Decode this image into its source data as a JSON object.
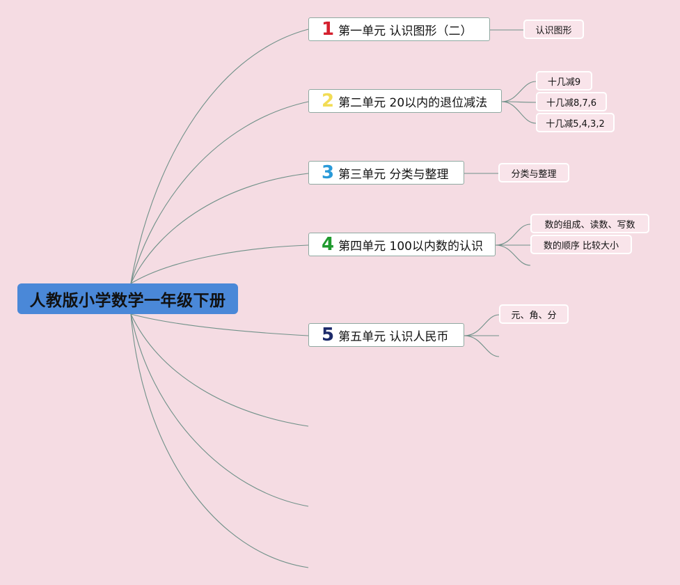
{
  "root": {
    "label": "人教版小学数学一年级下册"
  },
  "units": [
    {
      "num": "1",
      "num_color": "#d4202e",
      "label": "第一单元 认识图形（二）",
      "children": [
        "认识图形"
      ]
    },
    {
      "num": "2",
      "num_color": "#f2dc55",
      "label": "第二单元 20以内的退位减法",
      "children": [
        "十几减9",
        "十几减8,7,6",
        "十几减5,4,3,2"
      ]
    },
    {
      "num": "3",
      "num_color": "#2a9ad8",
      "label": "第三单元 分类与整理",
      "children": [
        "分类与整理"
      ]
    },
    {
      "num": "4",
      "num_color": "#1f9a2e",
      "label": "第四单元 100以内数的认识",
      "children": [
        "数的组成、读数、写数",
        "数的顺序 比较大小"
      ]
    },
    {
      "num": "5",
      "num_color": "#1c2a6a",
      "label": "第五单元 认识人民币",
      "children": [
        "元、角、分"
      ]
    }
  ],
  "colors": {
    "background": "#f5dce3",
    "root_fill": "#4a88d8",
    "line": "#6f9088"
  }
}
